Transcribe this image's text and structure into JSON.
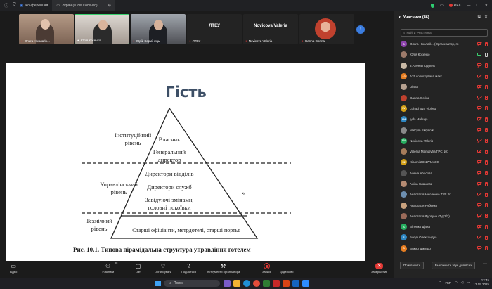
{
  "titlebar": {
    "tab1": "Конференция",
    "tab2": "Экран (Юлія Косенко)",
    "rec_label": "REC"
  },
  "strip": {
    "tiles": [
      {
        "name": "Ольга Ніколайч..."
      },
      {
        "name": "Юлія Косенко"
      },
      {
        "name": "Юрій Кормінець"
      },
      {
        "big": "ЛТЕУ",
        "name": "ЛТЕУ"
      },
      {
        "big": "Novicova Valeria",
        "name": "Novicova Valeria"
      },
      {
        "name": "Ganna Gorina"
      }
    ]
  },
  "slide": {
    "title": "Гість",
    "left_labels": [
      "Інституційний",
      "рівень",
      "Управлінський",
      "рівень",
      "Технічний",
      "рівень"
    ],
    "levels": [
      "Власник",
      "Генеральний",
      "директор",
      "Директори відділів",
      "Директори служб",
      "Завідуючі змінами,",
      "головні покоївки",
      "Старші офіціанти, метрдотелі, старші портьє"
    ],
    "caption": "Рис. 10.1. Типова пірамідальна структура управління готелем"
  },
  "toolbar": {
    "video": "Відео",
    "participants": "Учасники",
    "participants_count": "86",
    "chat": "Чат",
    "organizer": "Організувати",
    "share": "Поділитися",
    "tools": "Інструменти організатора",
    "record": "Запись",
    "more": "Додатково",
    "end": "Завершение"
  },
  "panel": {
    "title": "Учасники (86)",
    "search_placeholder": "Найти участника",
    "participants": [
      {
        "initials": "О",
        "color": "#8e44ad",
        "name": "Ольга Ніколай... (Организатор, я)"
      },
      {
        "initials": "",
        "color": "#9c7a6a",
        "name": "Юлія Косенко"
      },
      {
        "initials": "",
        "color": "#c8b9a6",
        "name": "3.Алена Подоляк"
      },
      {
        "initials": "А2",
        "color": "#e67e22",
        "name": "A25 користувача макс"
      },
      {
        "initials": "",
        "color": "#b5a090",
        "name": "Diana"
      },
      {
        "initials": "",
        "color": "#c0412e",
        "name": "Ganna Gorina"
      },
      {
        "initials": "LV",
        "color": "#d4a017",
        "name": "Lohachova Violetta"
      },
      {
        "initials": "LM",
        "color": "#2e86c1",
        "name": "Iyda Malluga"
      },
      {
        "initials": "",
        "color": "#8a8a8a",
        "name": "Malcym Skrynnik"
      },
      {
        "initials": "NV",
        "color": "#27ae60",
        "name": "Novicova Valeria"
      },
      {
        "initials": "",
        "color": "#a67c5b",
        "name": "Valeriia Mamalyha ГРС 101"
      },
      {
        "initials": "X2",
        "color": "#d4a017",
        "name": "Xiaomi 23117RA68G"
      },
      {
        "initials": "",
        "color": "#555555",
        "name": "Алена Абасова"
      },
      {
        "initials": "",
        "color": "#b58b73",
        "name": "Аліна Слащева"
      },
      {
        "initials": "",
        "color": "#6d8fb0",
        "name": "Анастасія Ніколенко ТУР 2/1"
      },
      {
        "initials": "",
        "color": "#c9a27e",
        "name": "Анастасія Рябенко"
      },
      {
        "initials": "",
        "color": "#9b6b5a",
        "name": "Анастасія Фуртуна (Тур2/1)"
      },
      {
        "initials": "Б",
        "color": "#27ae60",
        "name": "Біленко Діана"
      },
      {
        "initials": "Б",
        "color": "#2e86c1",
        "name": "Богун Олександра"
      },
      {
        "initials": "Б",
        "color": "#e67e22",
        "name": "Божко Дмитро"
      }
    ],
    "invite": "Пригласить",
    "mute_all": "Выключить звук для всех"
  },
  "taskbar": {
    "search": "Поиск",
    "lang": "УКР",
    "time": "12:45",
    "date": "13.05.2025"
  }
}
